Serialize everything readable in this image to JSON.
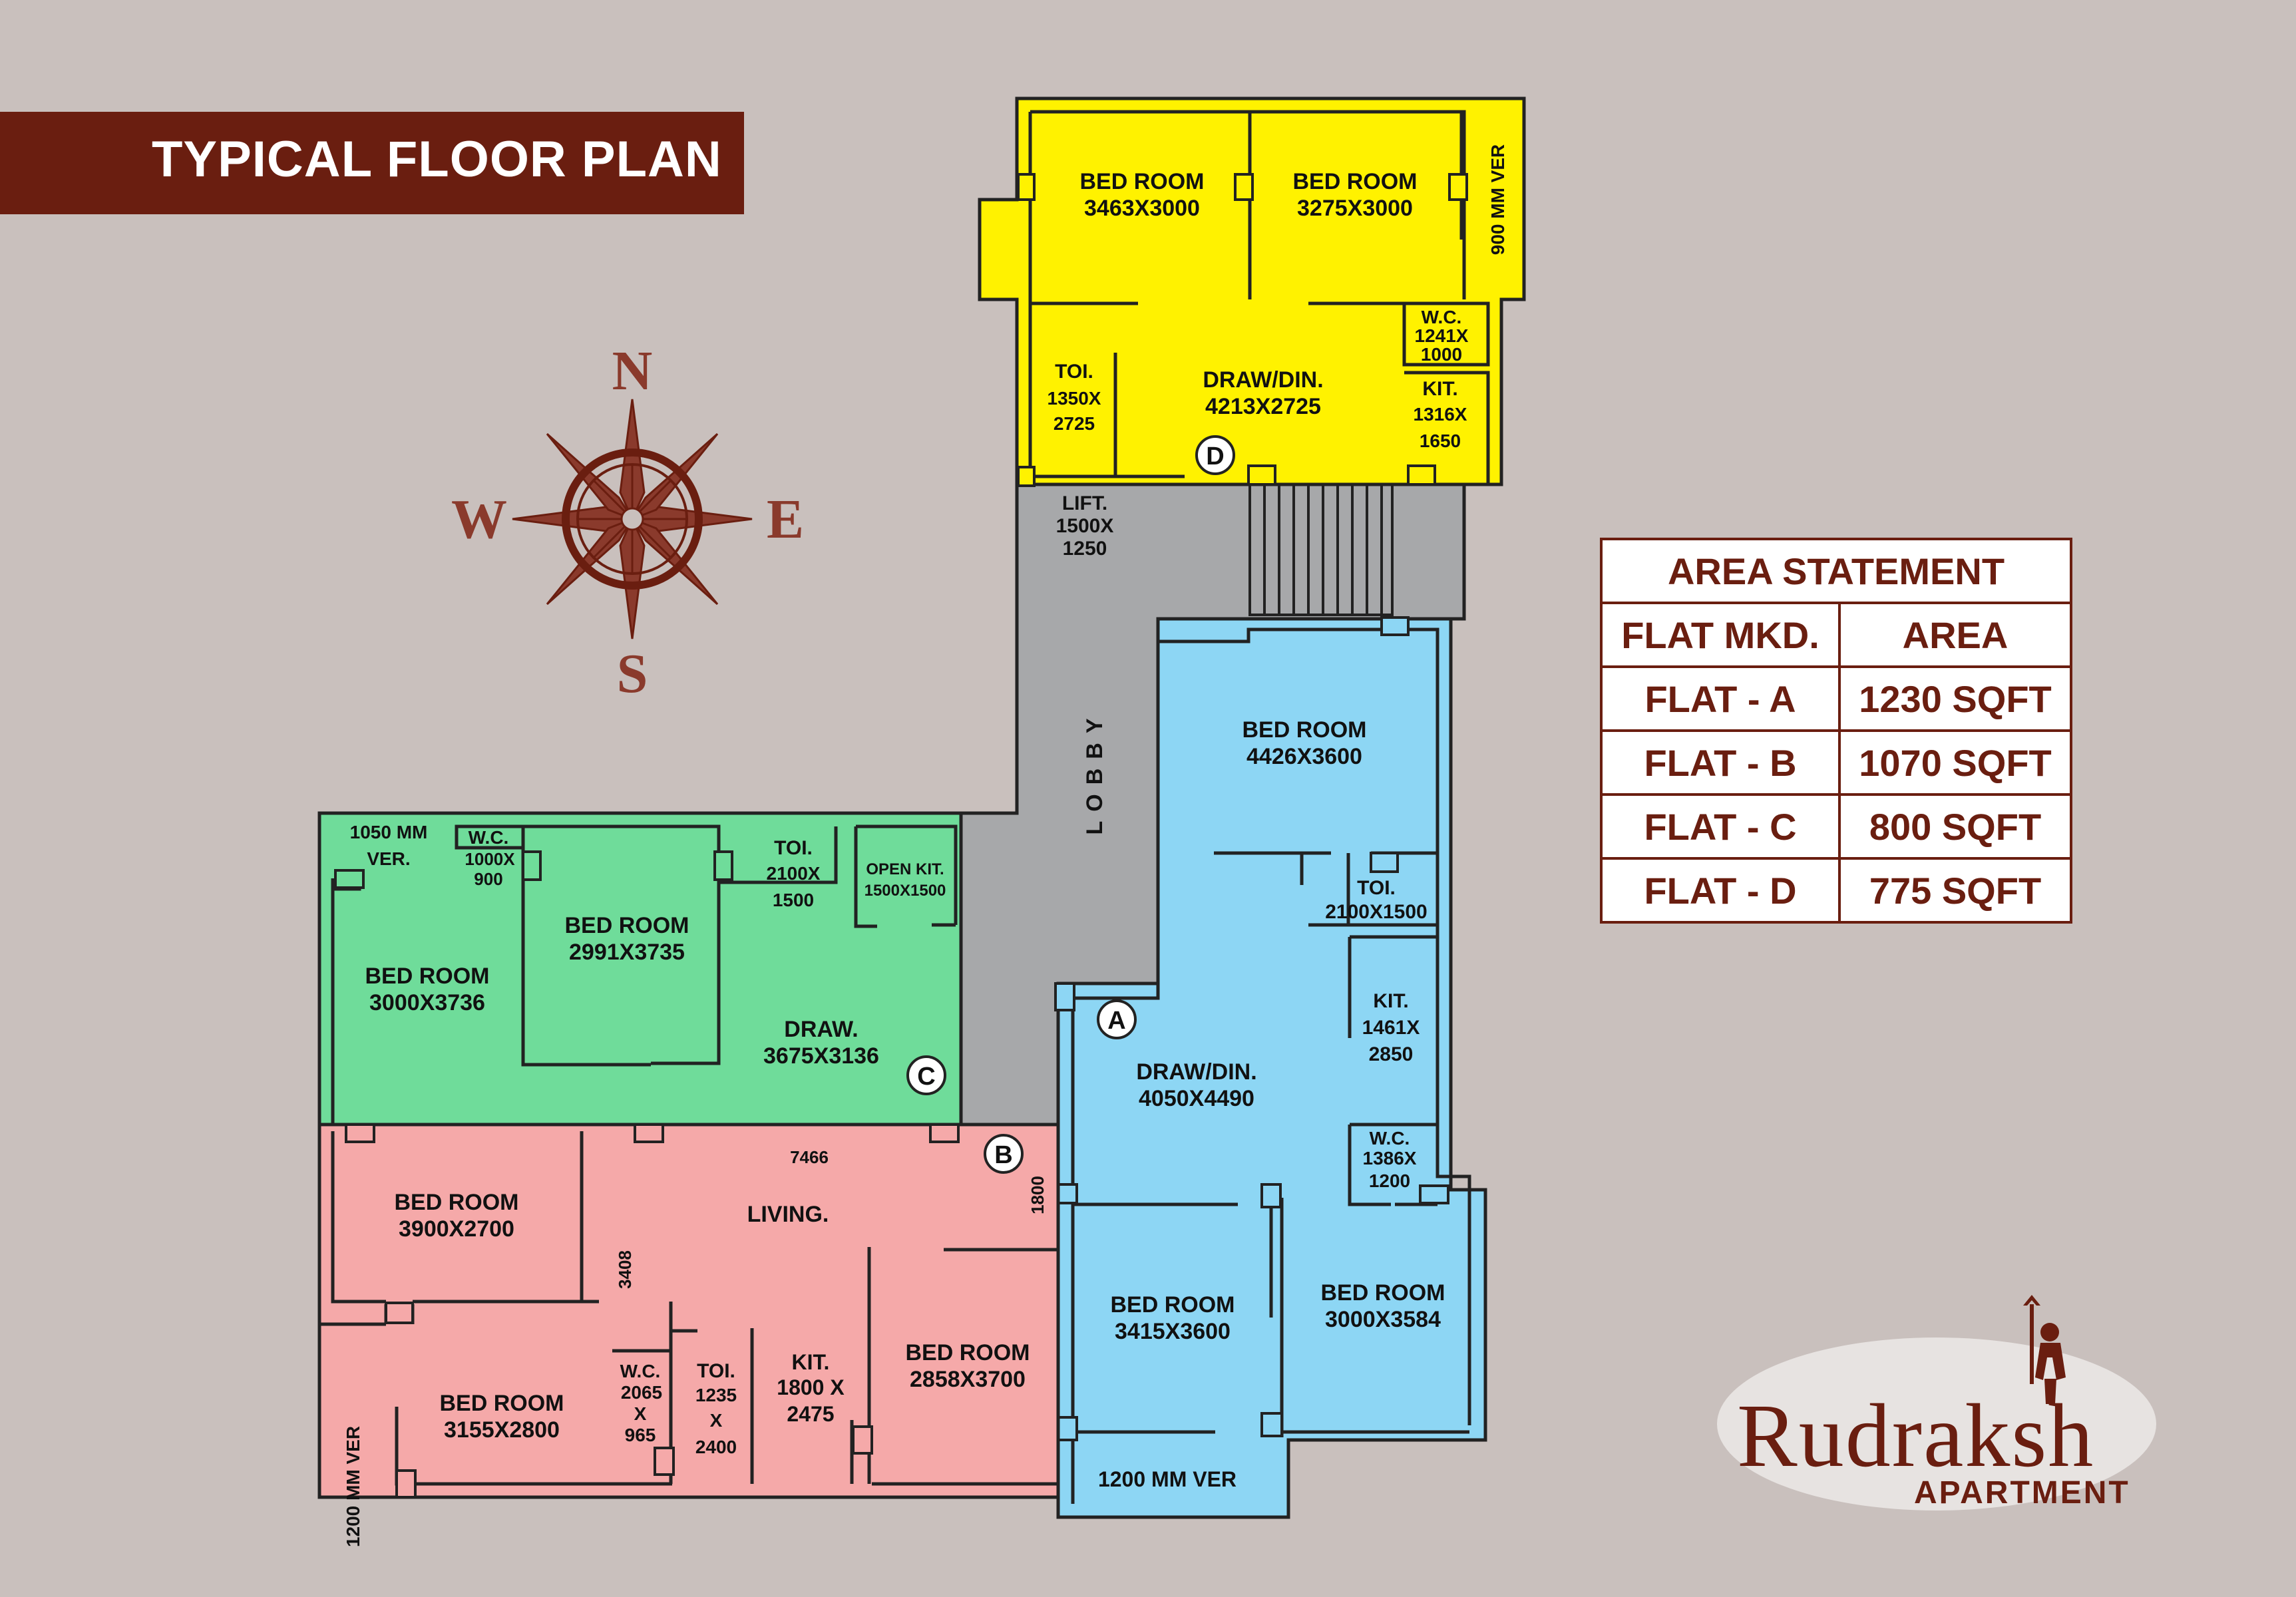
{
  "title": "TYPICAL FLOOR PLAN",
  "colors": {
    "background": "#c9c0bd",
    "brand": "#6a1e10",
    "flat_a": "#8dd6f4",
    "flat_b": "#f5a9a9",
    "flat_c": "#6fdc9a",
    "flat_d": "#fff200",
    "lobby": "#a7a8aa"
  },
  "compass": {
    "north": "N",
    "south": "S",
    "east": "E",
    "west": "W"
  },
  "flat_d": {
    "marker": "D",
    "bed1": {
      "name": "BED ROOM",
      "size": "3463X3000"
    },
    "bed2": {
      "name": "BED ROOM",
      "size": "3275X3000"
    },
    "ver": "900 MM VER",
    "wc": {
      "name": "W.C.",
      "l1": "1241X",
      "l2": "1000"
    },
    "toi": {
      "name": "TOI.",
      "l1": "1350X",
      "l2": "2725"
    },
    "draw": {
      "name": "DRAW/DIN.",
      "size": "4213X2725"
    },
    "kit": {
      "name": "KIT.",
      "l1": "1316X",
      "l2": "1650"
    }
  },
  "core": {
    "lift": {
      "name": "LIFT.",
      "l1": "1500X",
      "l2": "1250"
    },
    "lobby": "LOBBY"
  },
  "flat_a": {
    "marker": "A",
    "bed1": {
      "name": "BED ROOM",
      "size": "4426X3600"
    },
    "toi": {
      "name": "TOI.",
      "size": "2100X1500"
    },
    "kit": {
      "name": "KIT.",
      "l1": "1461X",
      "l2": "2850"
    },
    "draw": {
      "name": "DRAW/DIN.",
      "size": "4050X4490"
    },
    "wc": {
      "name": "W.C.",
      "l1": "1386X",
      "l2": "1200"
    },
    "bed2": {
      "name": "BED ROOM",
      "size": "3415X3600"
    },
    "bed3": {
      "name": "BED ROOM",
      "size": "3000X3584"
    },
    "ver": "1200 MM VER"
  },
  "flat_c": {
    "marker": "C",
    "ver": {
      "l1": "1050 MM",
      "l2": "VER."
    },
    "wc": {
      "name": "W.C.",
      "l1": "1000X",
      "l2": "900"
    },
    "toi": {
      "name": "TOI.",
      "l1": "2100X",
      "l2": "1500"
    },
    "kit": {
      "name": "OPEN KIT.",
      "size": "1500X1500"
    },
    "bed1": {
      "name": "BED ROOM",
      "size": "2991X3735"
    },
    "bed2": {
      "name": "BED ROOM",
      "size": "3000X3736"
    },
    "draw": {
      "name": "DRAW.",
      "size": "3675X3136"
    }
  },
  "flat_b": {
    "marker": "B",
    "dim_7466": "7466",
    "dim_1800": "1800",
    "dim_3408": "3408",
    "living": "LIVING.",
    "bed1": {
      "name": "BED ROOM",
      "size": "3900X2700"
    },
    "bed2": {
      "name": "BED ROOM",
      "size": "3155X2800"
    },
    "wc": {
      "name": "W.C.",
      "l1": "2065",
      "l2": "X",
      "l3": "965"
    },
    "toi": {
      "name": "TOI.",
      "l1": "1235",
      "l2": "X",
      "l3": "2400"
    },
    "kit": {
      "name": "KIT.",
      "l1": "1800  X",
      "l2": "2475"
    },
    "bed3": {
      "name": "BED ROOM",
      "size": "2858X3700"
    },
    "ver": "1200 MM VER"
  },
  "area_statement": {
    "title": "AREA STATEMENT",
    "col1": "FLAT MKD.",
    "col2": "AREA",
    "rows": [
      {
        "flat": "FLAT - A",
        "area": "1230 SQFT"
      },
      {
        "flat": "FLAT - B",
        "area": "1070 SQFT"
      },
      {
        "flat": "FLAT - C",
        "area": "800 SQFT"
      },
      {
        "flat": "FLAT - D",
        "area": "775 SQFT"
      }
    ]
  },
  "logo": {
    "name": "Rudraksh",
    "sub": "APARTMENT"
  }
}
